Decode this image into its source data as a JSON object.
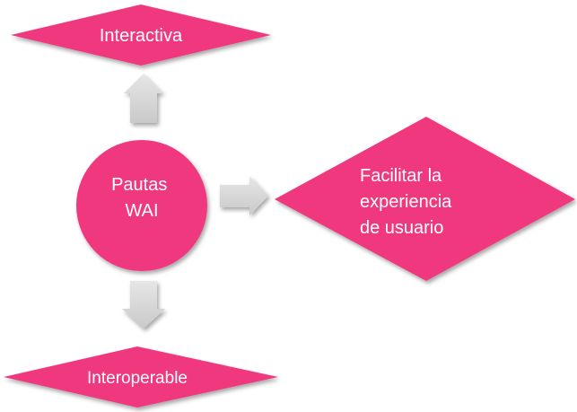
{
  "diagram": {
    "center": {
      "lines": [
        "Pautas",
        "WAI"
      ]
    },
    "top": {
      "label": "Interactiva"
    },
    "right": {
      "lines": [
        "Facilitar la",
        "experiencia",
        "de usuario"
      ]
    },
    "bottom": {
      "label": "Interoperable"
    }
  },
  "colors": {
    "shape_fill": "#F0377E",
    "shape_shadow": "#B8B8B8",
    "arrow_fill": "#D9D9D9",
    "text": "#FFFFFF"
  }
}
